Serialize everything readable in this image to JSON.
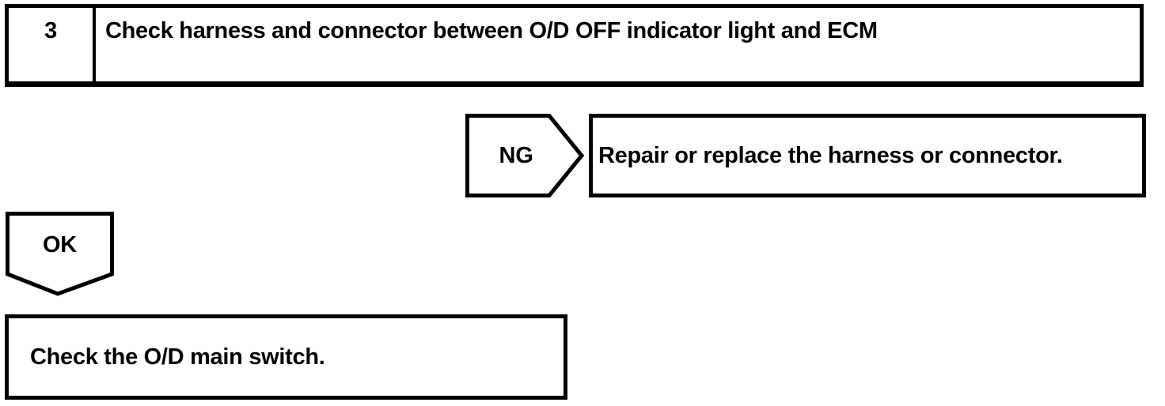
{
  "page": {
    "background": "#ffffff",
    "ink": "#000000"
  },
  "flowchart": {
    "step": {
      "number": "3",
      "title": "Check harness and connector between O/D OFF indicator light and ECM"
    },
    "ng_branch": {
      "label": "NG",
      "action": "Repair or replace the harness or connector."
    },
    "ok_branch": {
      "label": "OK",
      "action": "Check the O/D main switch."
    }
  }
}
